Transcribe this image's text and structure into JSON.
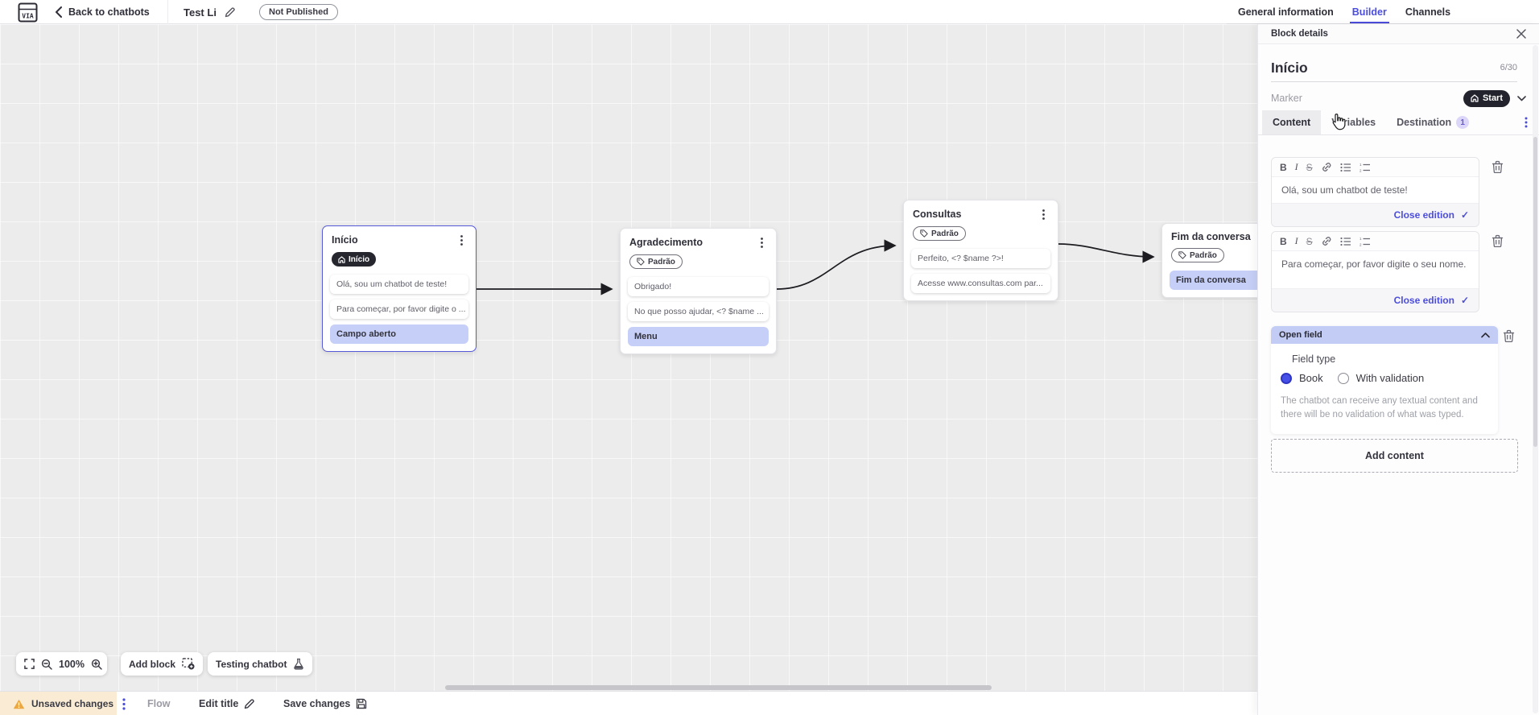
{
  "colors": {
    "accent": "#4b4ddc",
    "periwinkle": "#c6cff7",
    "dark_pill": "#23232d",
    "canvas_bg": "#ececec",
    "warning_bg": "#faecd4",
    "warning_icon": "#eda73f",
    "destination_badge_bg": "#dcd7f8"
  },
  "header": {
    "back_label": "Back to chatbots",
    "chatbot_title": "Test Li",
    "status_badge": "Not Published",
    "tabs": [
      {
        "label": "General information"
      },
      {
        "label": "Builder"
      },
      {
        "label": "Channels"
      }
    ]
  },
  "canvas": {
    "nodes": [
      {
        "title": "Início",
        "badge": "Início",
        "items": [
          {
            "label": "Olá, sou um chatbot de teste!"
          },
          {
            "label": "Para começar, por favor digite o ..."
          },
          {
            "label": "Campo aberto"
          }
        ]
      },
      {
        "title": "Agradecimento",
        "badge": "Padrão",
        "items": [
          {
            "label": "Obrigado!"
          },
          {
            "label": "No que posso ajudar, <? $name ..."
          },
          {
            "label": "Menu"
          }
        ]
      },
      {
        "title": "Consultas",
        "badge": "Padrão",
        "items": [
          {
            "label": "Perfeito, <? $name ?>!"
          },
          {
            "label": "Acesse www.consultas.com par..."
          }
        ]
      },
      {
        "title": "Fim da conversa",
        "badge": "Padrão",
        "items": [
          {
            "label": "Fim da conversa"
          }
        ]
      }
    ],
    "controls": {
      "zoom_level": "100%",
      "add_block_label": "Add block",
      "testing_label": "Testing chatbot"
    }
  },
  "panel": {
    "header_title": "Block details",
    "block_name": "Início",
    "char_counter": "6/30",
    "marker_label": "Marker",
    "marker_value": "Start",
    "tabs": [
      {
        "label": "Content"
      },
      {
        "label": "Variables"
      },
      {
        "label": "Destination",
        "badge": "1"
      }
    ],
    "editors": [
      {
        "text": "Olá, sou um chatbot de teste!",
        "close_label": "Close edition",
        "check": "✓"
      },
      {
        "text": "Para começar, por favor digite o seu nome.",
        "close_label": "Close edition",
        "check": "✓"
      }
    ],
    "open_field": {
      "title": "Open field",
      "field_type_label": "Field type",
      "options": [
        {
          "label": "Book",
          "selected": true
        },
        {
          "label": "With validation",
          "selected": false
        }
      ],
      "help_text": "The chatbot can receive any textual content and there will be no validation of what was typed."
    },
    "add_content_label": "Add content"
  },
  "footer": {
    "unsaved_label": "Unsaved changes",
    "flow_label": "Flow",
    "edit_title_label": "Edit title",
    "save_label": "Save changes"
  }
}
